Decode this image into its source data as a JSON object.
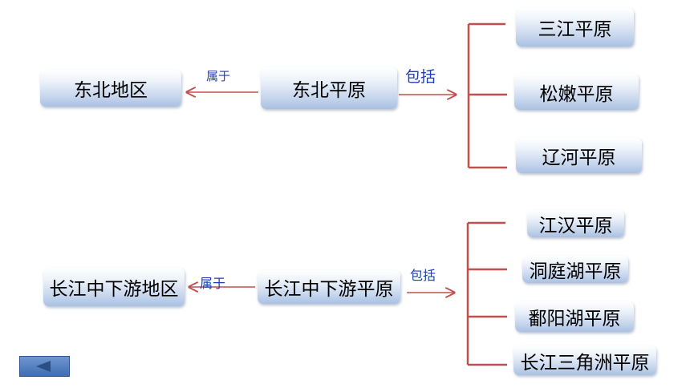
{
  "diagram1": {
    "region": "东北地区",
    "plain": "东北平原",
    "belongs_label": "属于",
    "includes_label": "包括",
    "children": [
      "三江平原",
      "松嫩平原",
      "辽河平原"
    ]
  },
  "diagram2": {
    "region": "长江中下游地区",
    "plain": "长江中下游平原",
    "belongs_label": "属于",
    "includes_label": "包括",
    "children": [
      "江汉平原",
      "洞庭湖平原",
      "鄱阳湖平原",
      "长江三角洲平原"
    ]
  },
  "colors": {
    "line": "#c0504d",
    "label": "#1f3fb0"
  },
  "icons": {
    "back": "back-arrow-icon"
  }
}
